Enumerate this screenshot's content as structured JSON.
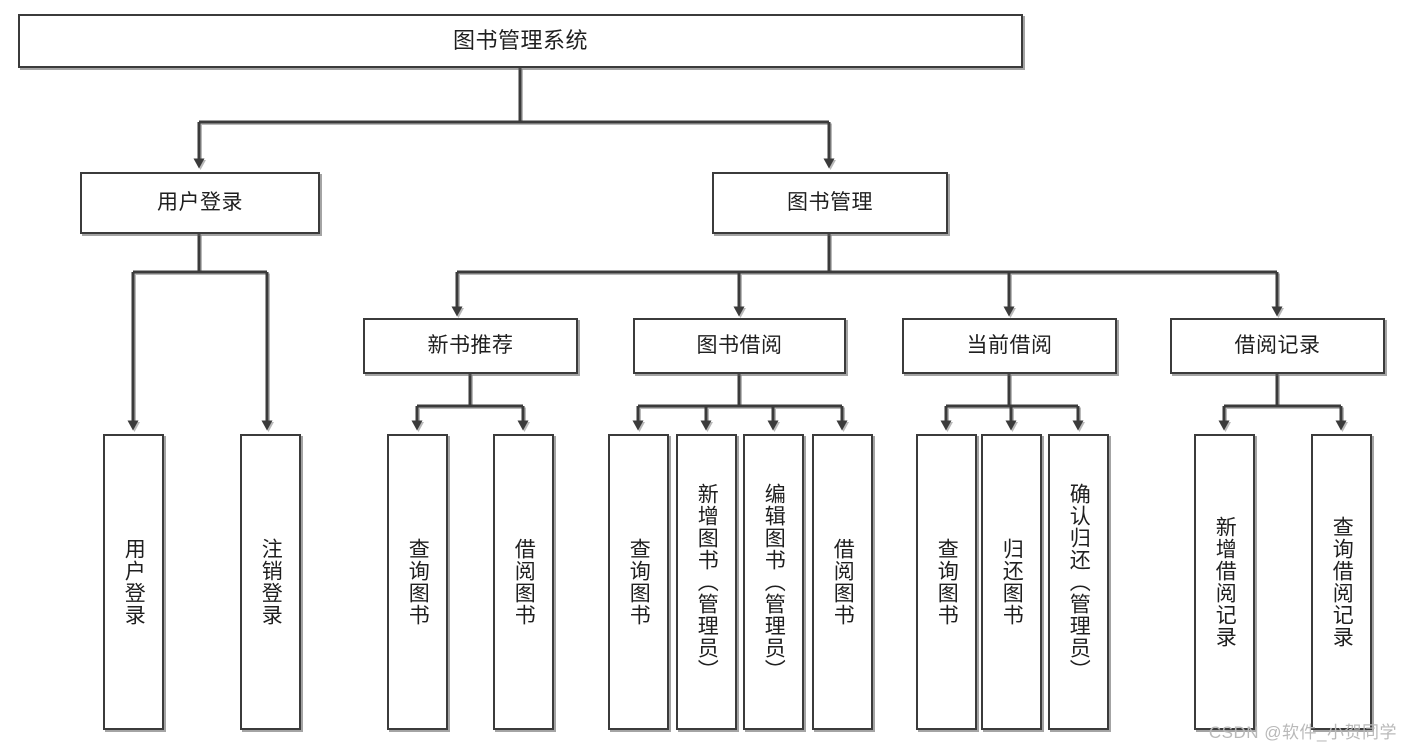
{
  "diagram": {
    "title": "图书管理系统",
    "watermark": "CSDN @软件_小贺同学",
    "line_color": "#3b3b3b",
    "box_fill": "#ffffff",
    "background": "#ffffff",
    "nodes": {
      "root": {
        "label": "图书管理系统"
      },
      "l1": [
        {
          "label": "用户登录"
        },
        {
          "label": "图书管理"
        }
      ],
      "l2": [
        {
          "label": "新书推荐"
        },
        {
          "label": "图书借阅"
        },
        {
          "label": "当前借阅"
        },
        {
          "label": "借阅记录"
        }
      ],
      "leaves": {
        "user_login": [
          {
            "label": "用户登录"
          },
          {
            "label": "注销登录"
          }
        ],
        "new_book": [
          {
            "label": "查询图书"
          },
          {
            "label": "借阅图书"
          }
        ],
        "borrow": [
          {
            "label": "查询图书"
          },
          {
            "label": "新增图书（管理员）"
          },
          {
            "label": "编辑图书（管理员）"
          },
          {
            "label": "借阅图书"
          }
        ],
        "current": [
          {
            "label": "查询图书"
          },
          {
            "label": "归还图书"
          },
          {
            "label": "确认归还（管理员）"
          }
        ],
        "records": [
          {
            "label": "新增借阅记录"
          },
          {
            "label": "查询借阅记录"
          }
        ]
      }
    }
  }
}
